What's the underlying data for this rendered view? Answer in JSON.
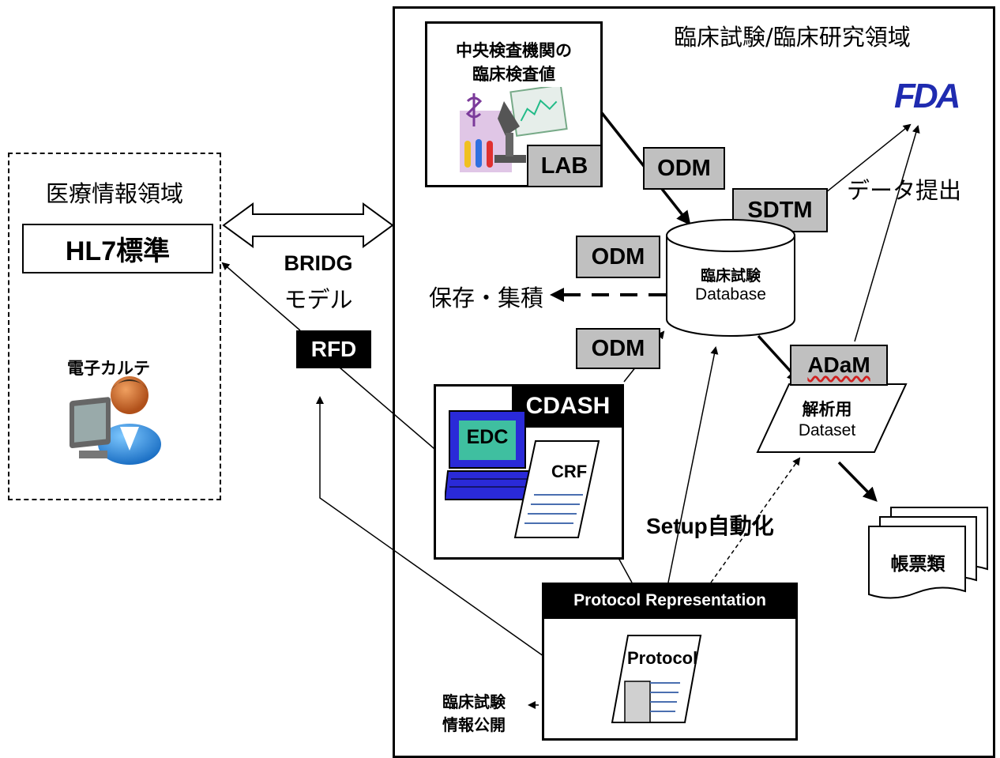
{
  "medical_domain": {
    "title": "医療情報領域",
    "standard": "HL7標準",
    "ehr_label": "電子カルテ"
  },
  "bridg": {
    "line1": "BRIDG",
    "line2": "モデル",
    "rfd": "RFD"
  },
  "clinical_domain": {
    "title": "臨床試験/臨床研究領域"
  },
  "lab": {
    "title_line1": "中央検査機関の",
    "title_line2": "臨床検査値",
    "tag": "LAB"
  },
  "odm_tags": [
    "ODM",
    "ODM",
    "ODM"
  ],
  "sdtm_tag": "SDTM",
  "adam_tag": "ADaM",
  "fda_logo": "FDA",
  "submission": "データ提出",
  "database": {
    "line1": "臨床試験",
    "line2": "Database"
  },
  "storage": "保存・集積",
  "edc": {
    "tag": "CDASH",
    "screen": "EDC",
    "crf": "CRF"
  },
  "analysis": {
    "line1": "解析用",
    "line2": "Dataset"
  },
  "reports": "帳票類",
  "setup": "Setup自動化",
  "protocol": {
    "header": "Protocol Representation",
    "doc": "Protocol"
  },
  "disclosure": {
    "line1": "臨床試験",
    "line2": "情報公開"
  },
  "colors": {
    "tag_gray": "#c0c0c0",
    "fda_blue": "#1f2bb0",
    "edc_screen": "#2a2ad8",
    "edc_inner": "#3fbfa0"
  }
}
